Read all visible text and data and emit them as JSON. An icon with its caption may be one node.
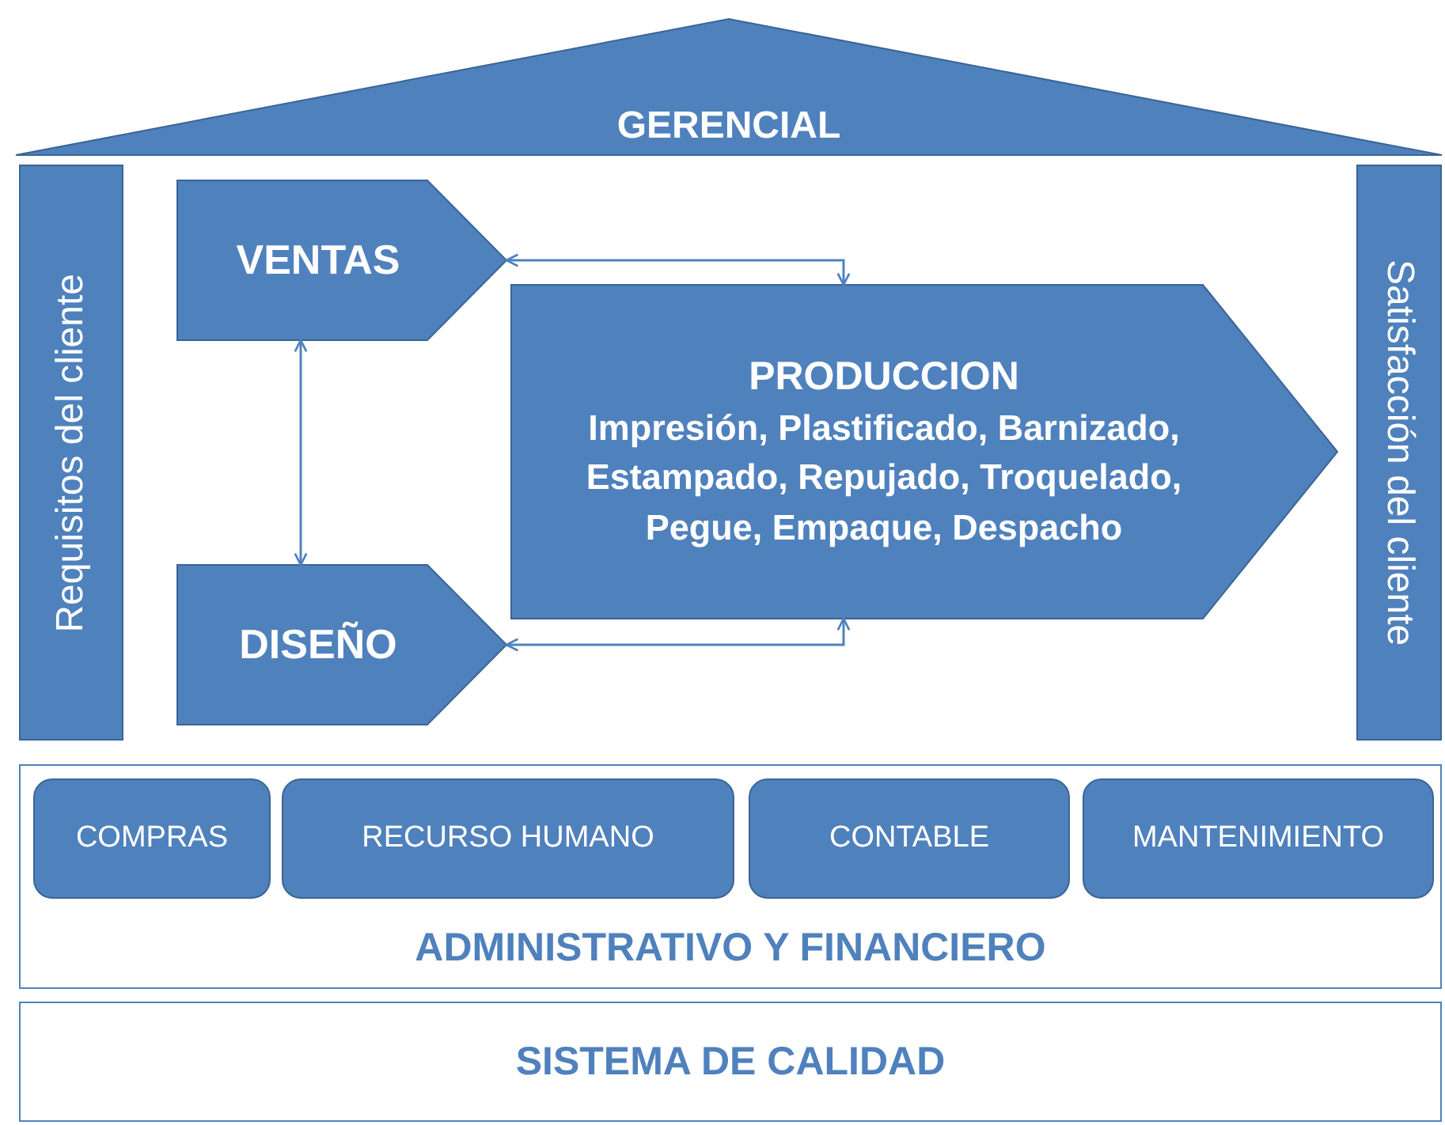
{
  "diagram": {
    "nodes": [
      {
        "text": [
          "GERENCIAL"
        ]
      },
      {
        "text": [
          "Requisitos del cliente"
        ]
      },
      {
        "text": [
          "VENTAS"
        ]
      },
      {
        "text": [
          "PRODUCCION",
          "Impresión, Plastificado, Barnizado,  Estampado, Repujado, Troquelado, Pegue, Empaque, Despacho"
        ]
      },
      {
        "text": [
          "DISEÑO"
        ]
      },
      {
        "text": [
          "Satisfacción del cliente"
        ]
      },
      {
        "text": [
          "ADMINISTRATIVO Y FINANCIERO"
        ]
      },
      {
        "text": [
          "COMPRAS"
        ],
        "in": 6
      },
      {
        "text": [
          "RECURSO HUMANO"
        ],
        "in": 6
      },
      {
        "text": [
          "CONTABLE"
        ],
        "in": 6
      },
      {
        "text": [
          "MANTENIMIENTO"
        ],
        "in": 6
      },
      {
        "text": [
          "SISTEMA DE CALIDAD"
        ]
      }
    ],
    "edges": [
      {
        "from": 2,
        "to": 3,
        "arrow": "both"
      },
      {
        "from": 2,
        "to": 4,
        "arrow": "both"
      },
      {
        "from": 4,
        "to": 3,
        "arrow": "both"
      }
    ]
  }
}
